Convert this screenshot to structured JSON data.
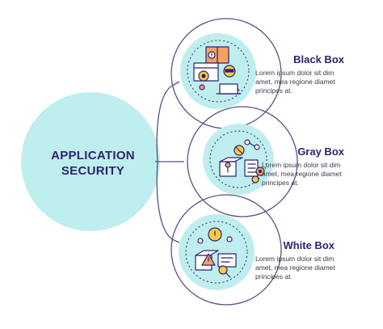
{
  "main": {
    "title_line1": "APPLICATION",
    "title_line2": "SECURITY"
  },
  "items": [
    {
      "title": "Black Box",
      "desc_line1": "Lorem ipsum dolor sit dim",
      "desc_line2": "amet, mea regione diamet",
      "desc_line3": "principes at.",
      "icon": "hacker-laptop-icon"
    },
    {
      "title": "Gray Box",
      "desc_line1": "Lorem ipsum dolor sit dim",
      "desc_line2": "amet, mea regione diamet",
      "desc_line3": "principes at.",
      "icon": "box-checklist-icon"
    },
    {
      "title": "White Box",
      "desc_line1": "Lorem ipsum dolor sit dim",
      "desc_line2": "amet, mea regione diamet",
      "desc_line3": "principes at.",
      "icon": "warning-box-icon"
    }
  ],
  "colors": {
    "circle_fill": "#bfeeef",
    "inner_fill": "#d8f5f6",
    "line": "#5b4f88",
    "title": "#2d2470",
    "text": "#3a3a4a",
    "accent_orange": "#f4a261",
    "accent_yellow": "#f7c948",
    "icon_stroke": "#2d2470"
  }
}
